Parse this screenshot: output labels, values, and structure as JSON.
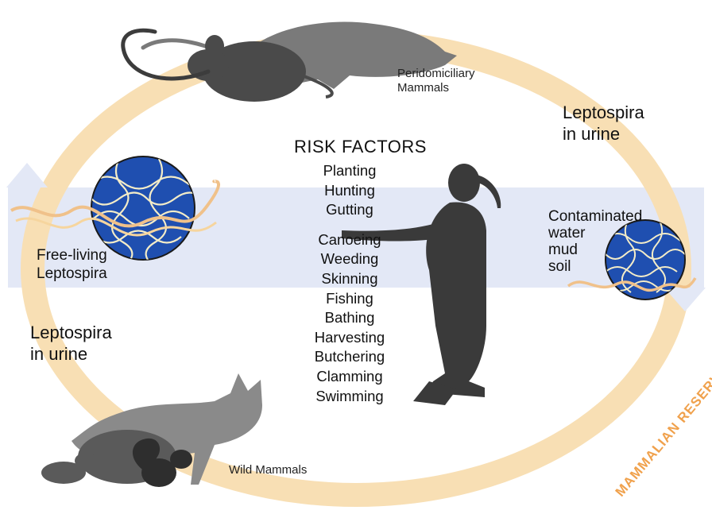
{
  "labels": {
    "peridomiciliary": "Peridomiciliary\nMammals",
    "leptospira_urine_right": "Leptospira\nin urine",
    "contaminated": "Contaminated\nwater\nmud\nsoil",
    "free_living": "Free-living\nLeptospira",
    "leptospira_urine_left": "Leptospira\nin urine",
    "wild_mammals": "Wild Mammals",
    "mammalian_reservoirs": "MAMMALIAN RESERVOIRS"
  },
  "risk_factors": {
    "title": "RISK FACTORS",
    "items": [
      "Planting",
      "Hunting",
      "Gutting",
      "Canoeing",
      "Weeding",
      "Skinning",
      "Fishing",
      "Bathing",
      "Harvesting",
      "Butchering",
      "Clamming",
      "Swimming"
    ]
  },
  "colors": {
    "ring": "#f8dfb4",
    "band": "#e3e8f6",
    "globe": "#1f4fb0",
    "silhouette": "#3a3a3a",
    "reservoir_text": "#f0a14c"
  },
  "icons": [
    "rat-silhouette",
    "mouse-silhouette",
    "person-silhouette",
    "fox-silhouette",
    "squirrel-silhouette",
    "beaver-silhouette",
    "leptospira-globe"
  ]
}
